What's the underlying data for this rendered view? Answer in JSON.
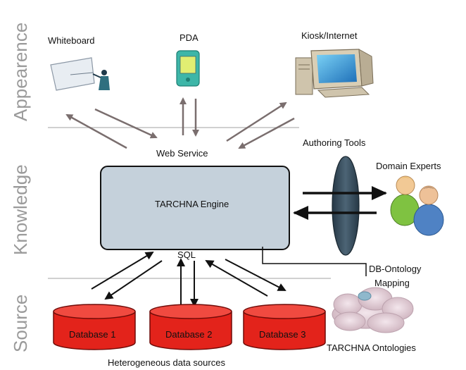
{
  "layers": {
    "appearance": "Appearence",
    "knowledge": "Knowledge",
    "source": "Source"
  },
  "clients": {
    "whiteboard": "Whiteboard",
    "pda": "PDA",
    "kiosk": "Kiosk/Internet"
  },
  "web_service": "Web Service",
  "engine": "TARCHNA Engine",
  "sql": "SQL",
  "authoring_tools": "Authoring Tools",
  "domain_experts": "Domain Experts",
  "mapping": [
    "DB-Ontology",
    "Mapping"
  ],
  "ontologies": "TARCHNA Ontologies",
  "databases": [
    "Database 1",
    "Database 2",
    "Database 3"
  ],
  "sources_caption": "Heterogeneous data sources",
  "colors": {
    "engine_fill": "#c5d1db",
    "database_red": "#e3231b",
    "lens_fill": "#33495a",
    "gray_arrow": "#7a6e6e"
  },
  "icons": [
    "whiteboard-icon",
    "pda-icon",
    "computer-icon",
    "users-icon",
    "cloud-icon",
    "database-icon"
  ]
}
